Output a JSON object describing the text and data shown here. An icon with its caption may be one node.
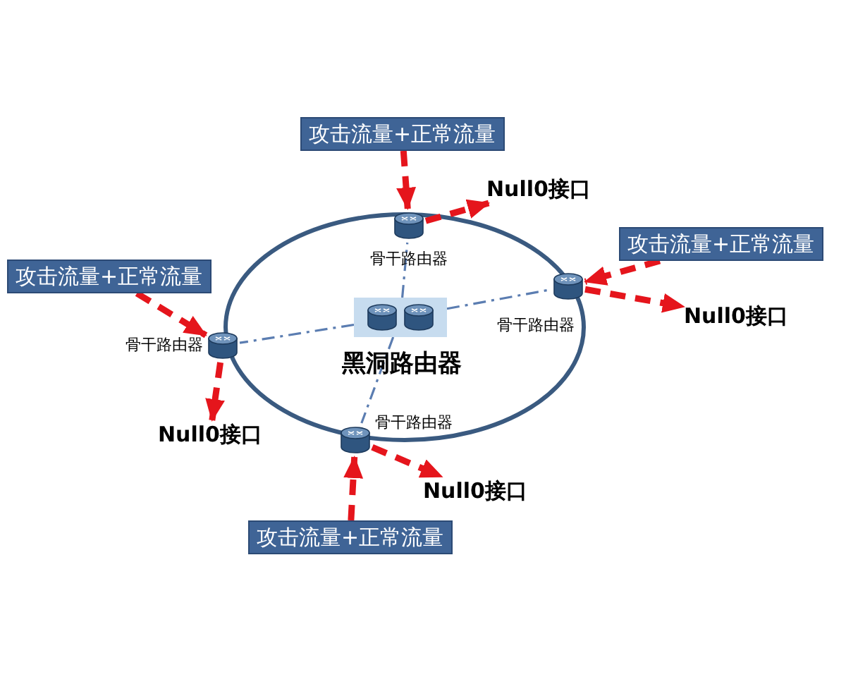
{
  "diagram": {
    "nodes": [
      {
        "text": [
          "攻击流量+正常流量"
        ]
      },
      {
        "text": [],
        "shape": "cylinder",
        "beside": [
          "骨干路由器"
        ]
      },
      {
        "text": [
          "Null0接口"
        ]
      },
      {
        "text": [
          "攻击流量+正常流量"
        ]
      },
      {
        "text": [],
        "shape": "cylinder",
        "beside": [
          "骨干路由器"
        ]
      },
      {
        "text": [
          "Null0接口"
        ]
      },
      {
        "text": [
          "攻击流量+正常流量"
        ]
      },
      {
        "text": [],
        "shape": "cylinder",
        "beside": [
          "骨干路由器"
        ]
      },
      {
        "text": [
          "Null0接口"
        ]
      },
      {
        "text": [],
        "shape": "cylinder",
        "beside": [
          "骨干路由器"
        ]
      },
      {
        "text": [
          "Null0接口"
        ]
      },
      {
        "text": [
          "攻击流量+正常流量"
        ]
      },
      {
        "text": [],
        "shape": "box",
        "beside": [
          "黑洞路由器"
        ]
      }
    ],
    "edges": [
      {
        "from": 0,
        "to": 1,
        "arrow": "to"
      },
      {
        "from": 1,
        "to": 2,
        "arrow": "to"
      },
      {
        "from": 3,
        "to": 4,
        "arrow": "to"
      },
      {
        "from": 4,
        "to": 5,
        "arrow": "to"
      },
      {
        "from": 6,
        "to": 7,
        "arrow": "to"
      },
      {
        "from": 7,
        "to": 8,
        "arrow": "to"
      },
      {
        "from": 11,
        "to": 9,
        "arrow": "to"
      },
      {
        "from": 9,
        "to": 10,
        "arrow": "to"
      },
      {
        "from": 12,
        "to": 1,
        "arrow": "none",
        "style": "dashed",
        "color": "#5b7db1"
      },
      {
        "from": 12,
        "to": 4,
        "arrow": "none",
        "style": "dashed",
        "color": "#5b7db1"
      },
      {
        "from": 12,
        "to": 7,
        "arrow": "none",
        "style": "dashed",
        "color": "#5b7db1"
      },
      {
        "from": 12,
        "to": 9,
        "arrow": "none",
        "style": "dashed",
        "color": "#5b7db1"
      }
    ]
  }
}
